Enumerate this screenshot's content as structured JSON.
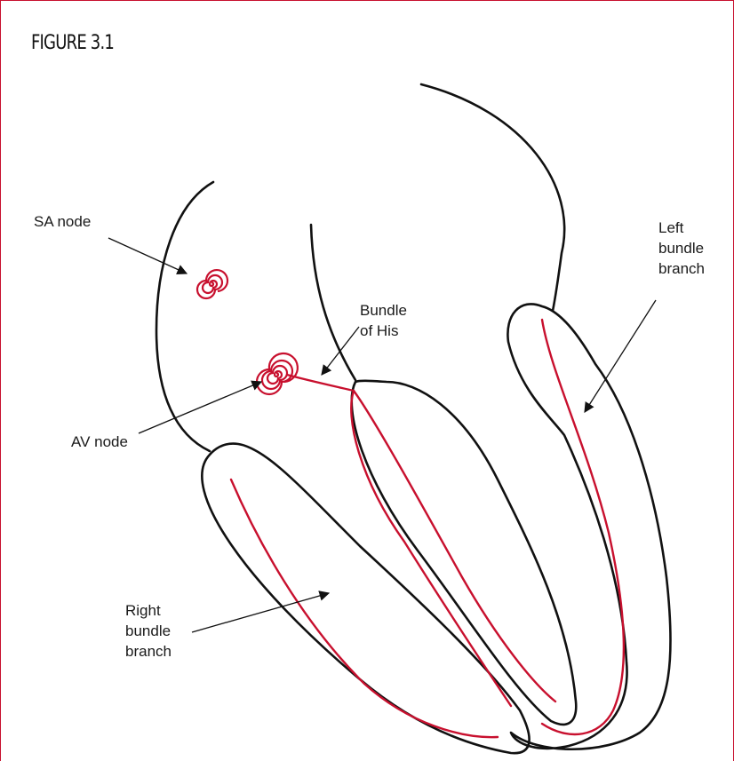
{
  "figure_title": "FIGURE 3.1",
  "labels": {
    "sa_node": "SA node",
    "av_node": "AV node",
    "bundle_of_his": [
      "Bundle",
      "of His"
    ],
    "left_bundle_branch": [
      "Left",
      "bundle",
      "branch"
    ],
    "right_bundle_branch": [
      "Right",
      "bundle",
      "branch"
    ]
  },
  "colors": {
    "outline": "#111111",
    "conduction": "#c8102e",
    "border": "#c8102e"
  }
}
